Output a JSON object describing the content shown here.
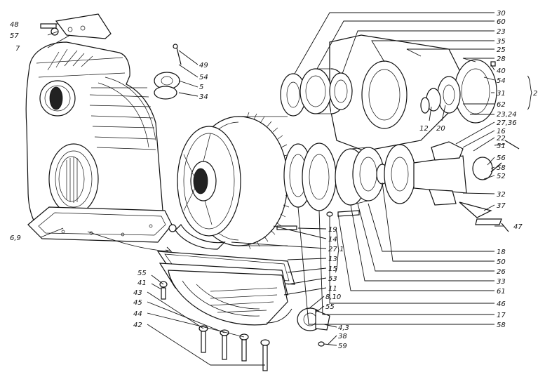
{
  "callouts": {
    "c48": "48",
    "c57": "57",
    "c7": "7",
    "c49": "49",
    "c54a": "54",
    "c5": "5",
    "c34": "34",
    "c69": "6,9",
    "c30": "30",
    "c60": "60",
    "c23": "23",
    "c35": "35",
    "c25": "25",
    "c28": "28",
    "c40": "40",
    "c54b": "54",
    "c31": "31",
    "c2": "2",
    "c62": "62",
    "c2324": "23,24",
    "c2736": "27,36",
    "c16": "16",
    "c22": "22",
    "c51": "51",
    "c56": "56",
    "c58": "58",
    "c52": "52",
    "c32": "32",
    "c37": "37",
    "c47": "47",
    "c12": "12",
    "c20": "20",
    "c19": "19",
    "c14": "14",
    "c27": "27",
    "c1": "1",
    "c13": "13",
    "c15": "15",
    "c53": "53",
    "c11": "11",
    "c810": "8,10",
    "c55b": "55",
    "c43b": "4,3",
    "c38": "38",
    "c59": "59",
    "c18": "18",
    "c50": "50",
    "c26": "26",
    "c33": "33",
    "c61": "61",
    "c46": "46",
    "c17": "17",
    "c58b": "58",
    "c55": "55",
    "c41": "41",
    "c43": "43",
    "c45": "45",
    "c44": "44",
    "c42": "42"
  }
}
